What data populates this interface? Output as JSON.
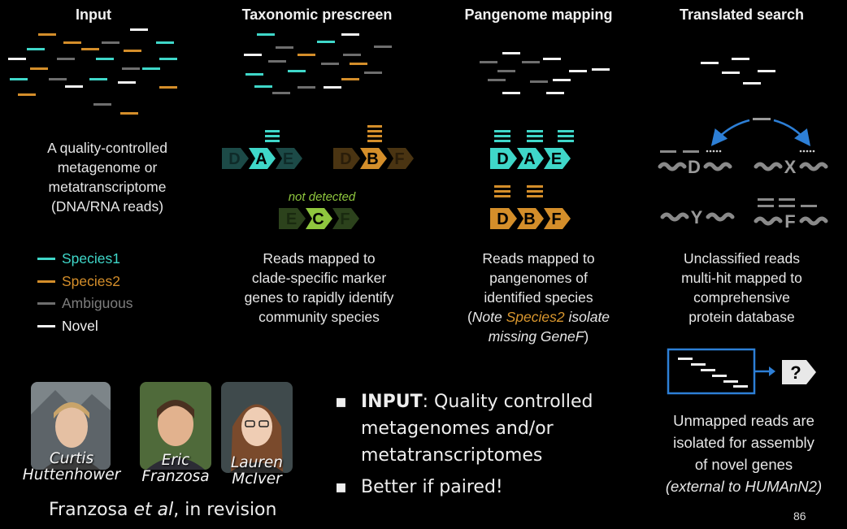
{
  "colors": {
    "species1": "#3fd7c9",
    "species2": "#d48e2a",
    "ambiguous": "#6e6e6e",
    "novel": "#f2f2f2",
    "arrow_blue": "#2d7fd6",
    "background": "#000000"
  },
  "columns": {
    "input": {
      "header": "Input",
      "description": [
        "A quality-controlled",
        "metagenome or",
        "metatranscriptome",
        "(DNA/RNA reads)"
      ]
    },
    "prescreen": {
      "header": "Taxonomic prescreen",
      "not_detected": "not detected",
      "genes_row1a": [
        "D",
        "A",
        "E"
      ],
      "genes_row1b": [
        "D",
        "B",
        "F"
      ],
      "genes_row2": [
        "E",
        "C",
        "F"
      ],
      "description": [
        "Reads mapped to",
        "clade-specific marker",
        "genes to rapidly identify",
        "community species"
      ]
    },
    "pangenome": {
      "header": "Pangenome mapping",
      "genes_row1": [
        "D",
        "A",
        "E"
      ],
      "genes_row2": [
        "D",
        "B",
        "F"
      ],
      "description": [
        "Reads mapped to",
        "pangenomes of",
        "identified species"
      ],
      "note_open": "(",
      "note_italic": "Note ",
      "note_species": "Species2",
      "note_rest": " isolate",
      "note_line2": "missing GeneF",
      "note_close": ")"
    },
    "translated": {
      "header": "Translated search",
      "protein_labels": [
        "D",
        "X",
        "Y",
        "F"
      ],
      "description": [
        "Unclassified reads",
        "multi-hit mapped to",
        "comprehensive",
        "protein database"
      ],
      "unknown_symbol": "?",
      "unmapped_description": [
        "Unmapped reads are",
        "isolated for assembly",
        "of novel genes"
      ],
      "unmapped_note": "(external to HUMAnN2)"
    }
  },
  "legend": [
    {
      "label": "Species1",
      "color": "#3fd7c9"
    },
    {
      "label": "Species2",
      "color": "#d48e2a"
    },
    {
      "label": "Ambiguous",
      "color": "#6e6e6e"
    },
    {
      "label": "Novel",
      "color": "#f2f2f2"
    }
  ],
  "people": [
    {
      "first": "Curtis",
      "last": "Huttenhower"
    },
    {
      "first": "Eric",
      "last": "Franzosa"
    },
    {
      "first": "Lauren",
      "last": "McIver"
    }
  ],
  "bullets": {
    "b1_bold": "INPUT",
    "b1_rest": ": Quality controlled metagenomes and/or metatranscriptomes",
    "b2": "Better if paired!"
  },
  "citation": {
    "before": "Franzosa ",
    "italic": "et al",
    "after": ", in revision"
  },
  "page_number": "86"
}
